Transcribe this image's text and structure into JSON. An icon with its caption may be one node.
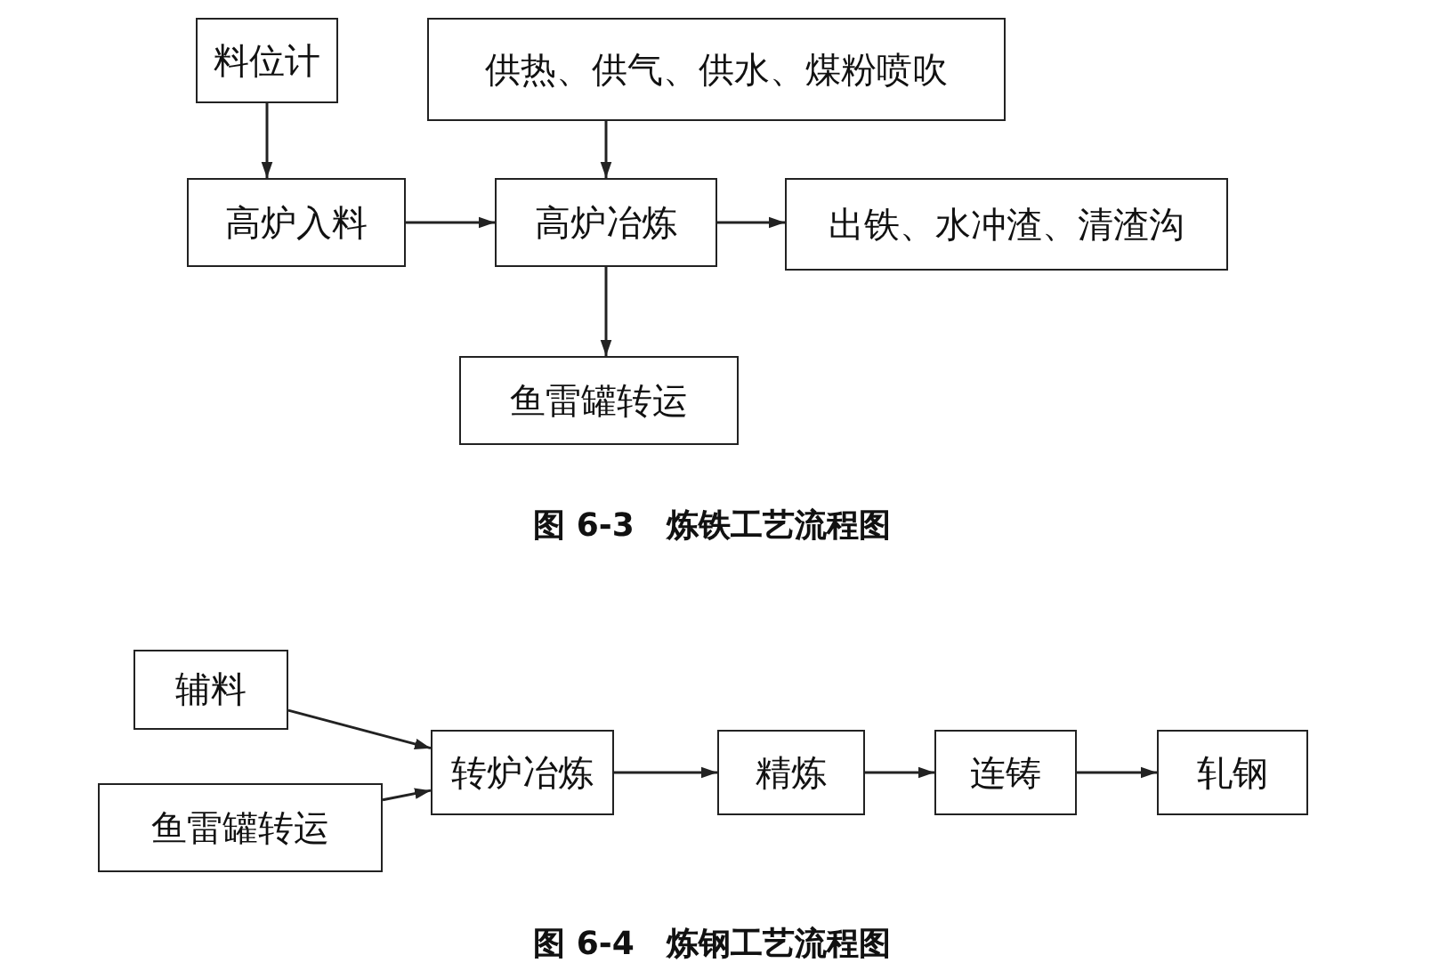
{
  "diagram": {
    "nodes": [
      {
        "text": [
          "料位计"
        ]
      },
      {
        "text": [
          "供热、供气、供水、煤粉喷吹"
        ]
      },
      {
        "text": [
          "高炉入料"
        ]
      },
      {
        "text": [
          "高炉冶炼"
        ]
      },
      {
        "text": [
          "出铁、水冲渣、清渣沟"
        ]
      },
      {
        "text": [
          "鱼雷罐转运"
        ]
      },
      {
        "text": [
          "辅料"
        ]
      },
      {
        "text": [
          "鱼雷罐转运"
        ]
      },
      {
        "text": [
          "转炉冶炼"
        ]
      },
      {
        "text": [
          "精炼"
        ]
      },
      {
        "text": [
          "连铸"
        ]
      },
      {
        "text": [
          "轧钢"
        ]
      }
    ],
    "edges": [
      {
        "from": 0,
        "to": 2,
        "arrow": "to"
      },
      {
        "from": 1,
        "to": 3,
        "arrow": "to"
      },
      {
        "from": 2,
        "to": 3,
        "arrow": "to"
      },
      {
        "from": 3,
        "to": 4,
        "arrow": "to"
      },
      {
        "from": 3,
        "to": 5,
        "arrow": "to"
      },
      {
        "from": 6,
        "to": 8,
        "arrow": "to"
      },
      {
        "from": 7,
        "to": 8,
        "arrow": "to"
      },
      {
        "from": 8,
        "to": 9,
        "arrow": "to"
      },
      {
        "from": 9,
        "to": 10,
        "arrow": "to"
      },
      {
        "from": 10,
        "to": 11,
        "arrow": "to"
      }
    ],
    "labels": [
      "图 6-3　炼铁工艺流程图",
      "图 6-4　炼钢工艺流程图"
    ]
  }
}
